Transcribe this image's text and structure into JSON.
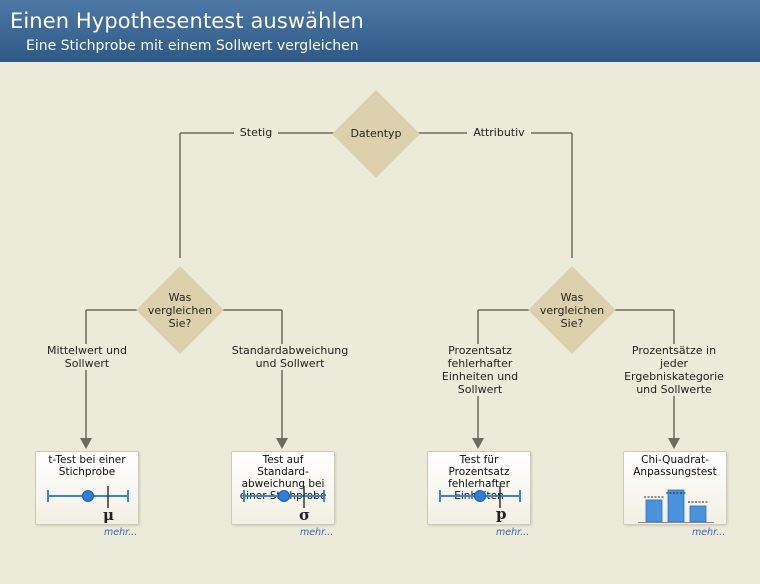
{
  "header": {
    "title": "Einen Hypothesentest auswählen",
    "subtitle": "Eine Stichprobe mit einem Sollwert vergleichen"
  },
  "flow": {
    "root": "Datentyp",
    "left_branch": "Stetig",
    "right_branch": "Attributiv",
    "left_decision": "Was vergleichen Sie?",
    "right_decision": "Was vergleichen Sie?",
    "options": [
      "Mittelwert und Sollwert",
      "Standardabweichung und Sollwert",
      "Prozentsatz fehlerhafter Einheiten und Sollwert",
      "Prozentsätze in jeder Ergebniskategorie und Sollwerte"
    ]
  },
  "cards": [
    {
      "title": "t-Test bei einer Stichprobe",
      "symbol": "μ",
      "more": "mehr..."
    },
    {
      "title": "Test auf Standard-abweichung bei einer Stichprobe",
      "symbol": "σ",
      "more": "mehr..."
    },
    {
      "title": "Test für Prozentsatz fehlerhafter Einheiten",
      "symbol": "p",
      "more": "mehr..."
    },
    {
      "title": "Chi-Quadrat-Anpassungstest",
      "symbol": "",
      "more": "mehr..."
    }
  ],
  "colors": {
    "background": "#ECEAD9",
    "header": "#3A6694",
    "diamond": "#DCD0AD",
    "accent": "#3D86CF",
    "line": "#6E6A5E",
    "link": "#3566B8"
  }
}
